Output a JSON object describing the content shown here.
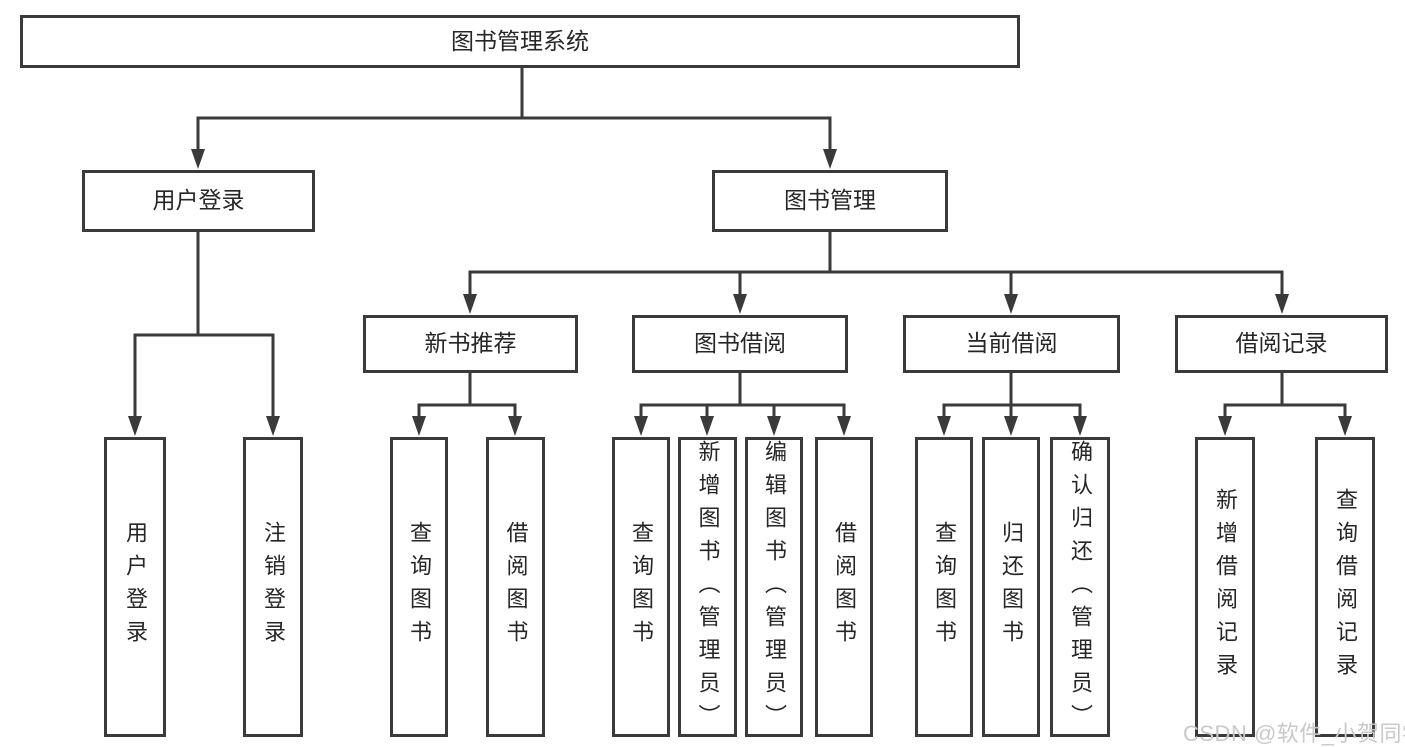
{
  "diagram": {
    "title": "图书管理系统",
    "root": {
      "label": "图书管理系统"
    },
    "branches": [
      {
        "label": "用户登录",
        "children": [
          {
            "label": "用户登录"
          },
          {
            "label": "注销登录"
          }
        ]
      },
      {
        "label": "图书管理",
        "children": [
          {
            "label": "新书推荐",
            "children": [
              {
                "label": "查询图书"
              },
              {
                "label": "借阅图书"
              }
            ]
          },
          {
            "label": "图书借阅",
            "children": [
              {
                "label": "查询图书"
              },
              {
                "label": "新增图书（管理员）"
              },
              {
                "label": "编辑图书（管理员）"
              },
              {
                "label": "借阅图书"
              }
            ]
          },
          {
            "label": "当前借阅",
            "children": [
              {
                "label": "查询图书"
              },
              {
                "label": "归还图书"
              },
              {
                "label": "确认归还（管理员）"
              }
            ]
          },
          {
            "label": "借阅记录",
            "children": [
              {
                "label": "新增借阅记录"
              },
              {
                "label": "查询借阅记录"
              }
            ]
          }
        ]
      }
    ]
  },
  "watermark": "CSDN @软件_小贺同学",
  "colors": {
    "line": "#3a3a3a",
    "text": "#262626",
    "background": "#ffffff",
    "watermark": "#c9c9c9"
  }
}
